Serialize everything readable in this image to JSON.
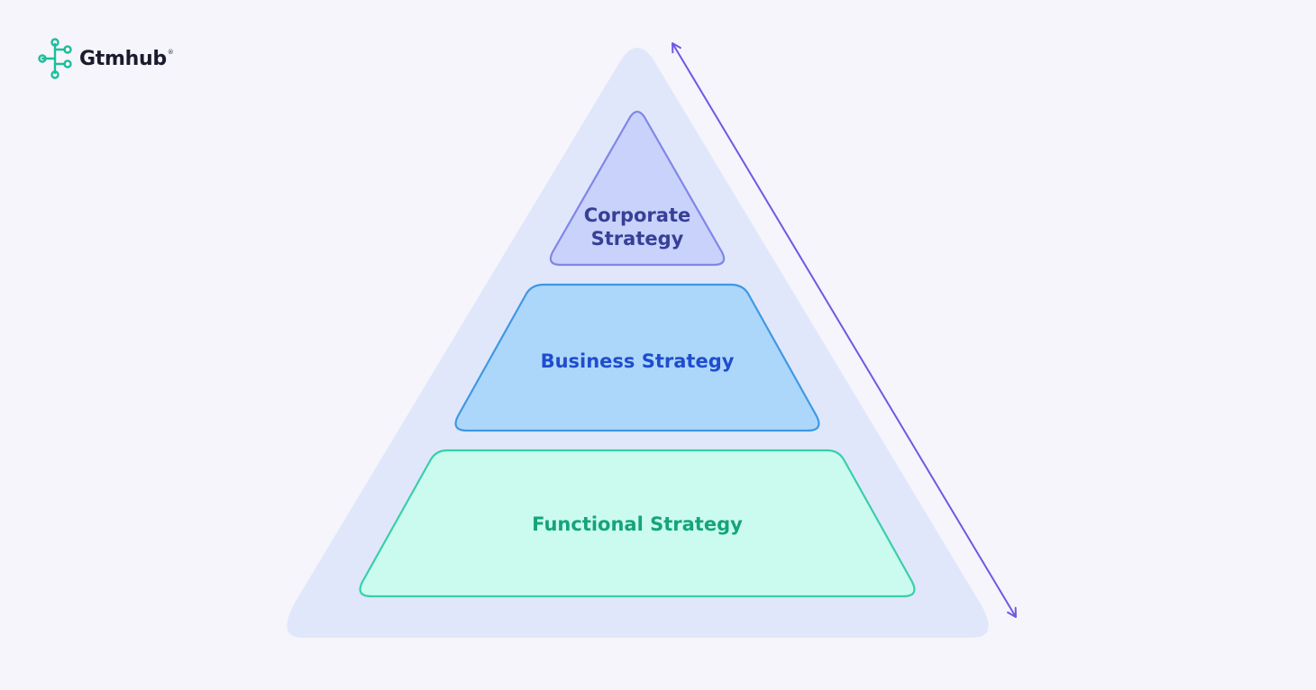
{
  "brand": {
    "name": "Gtmhub",
    "registered_mark": "®",
    "icon": "network-nodes-icon",
    "color": "#1bbf9b"
  },
  "diagram": {
    "type": "pyramid",
    "arrow": "double-headed-arrow-icon",
    "tiers": [
      {
        "line1": "Corporate",
        "line2": "Strategy",
        "fill": "#c8d2fb",
        "stroke": "#8086e6",
        "text_color": "#383f96"
      },
      {
        "label": "Business Strategy",
        "fill": "#acd7fb",
        "stroke": "#3f98e2",
        "text_color": "#1f4dcc"
      },
      {
        "label": "Functional Strategy",
        "fill": "#cbfbee",
        "stroke": "#38cfa9",
        "text_color": "#15a47c"
      }
    ],
    "colors": {
      "outer_pyramid": "#e1e7fb",
      "arrow": "#7058e3"
    }
  }
}
